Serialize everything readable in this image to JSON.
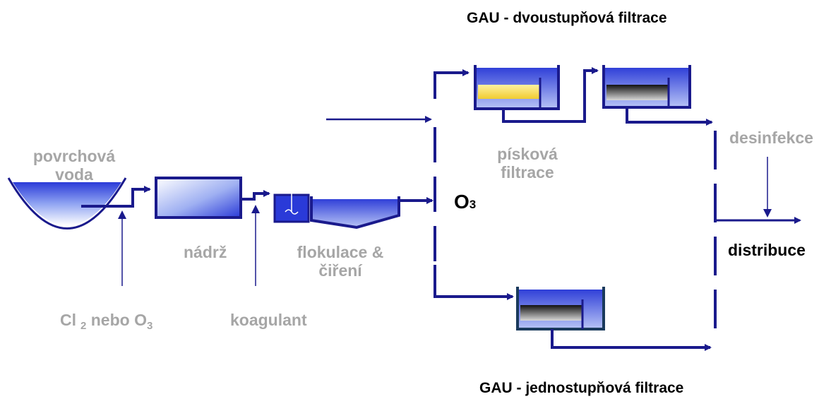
{
  "labels": {
    "gau_two_stage": "GAU - dvoustupňová filtrace",
    "gau_one_stage": "GAU - jednostupňová filtrace",
    "surface_water_line1": "povrchová",
    "surface_water_line2": "voda",
    "tank": "nádrž",
    "flocculation_line1": "flokulace &",
    "flocculation_line2": "čiření",
    "sand_filtration_line1": "písková",
    "sand_filtration_line2": "filtrace",
    "ozone": "O",
    "ozone_sub": "3",
    "disinfection": "desinfekce",
    "distribution": "distribuce",
    "chlorine_main": "Cl",
    "chlorine_sub": "2",
    "chlorine_or": " nebo O",
    "chlorine_or_sub": "3",
    "coagulant": "koagulant"
  },
  "colors": {
    "line": "#1a1a8c",
    "label_gray": "#a6a6a6",
    "water_top": "#ffffff",
    "water_bottom": "#2233cc",
    "sand": "#f2d23a",
    "carbon": "#1a1a1a",
    "tank_border": "#1a1a8c"
  }
}
